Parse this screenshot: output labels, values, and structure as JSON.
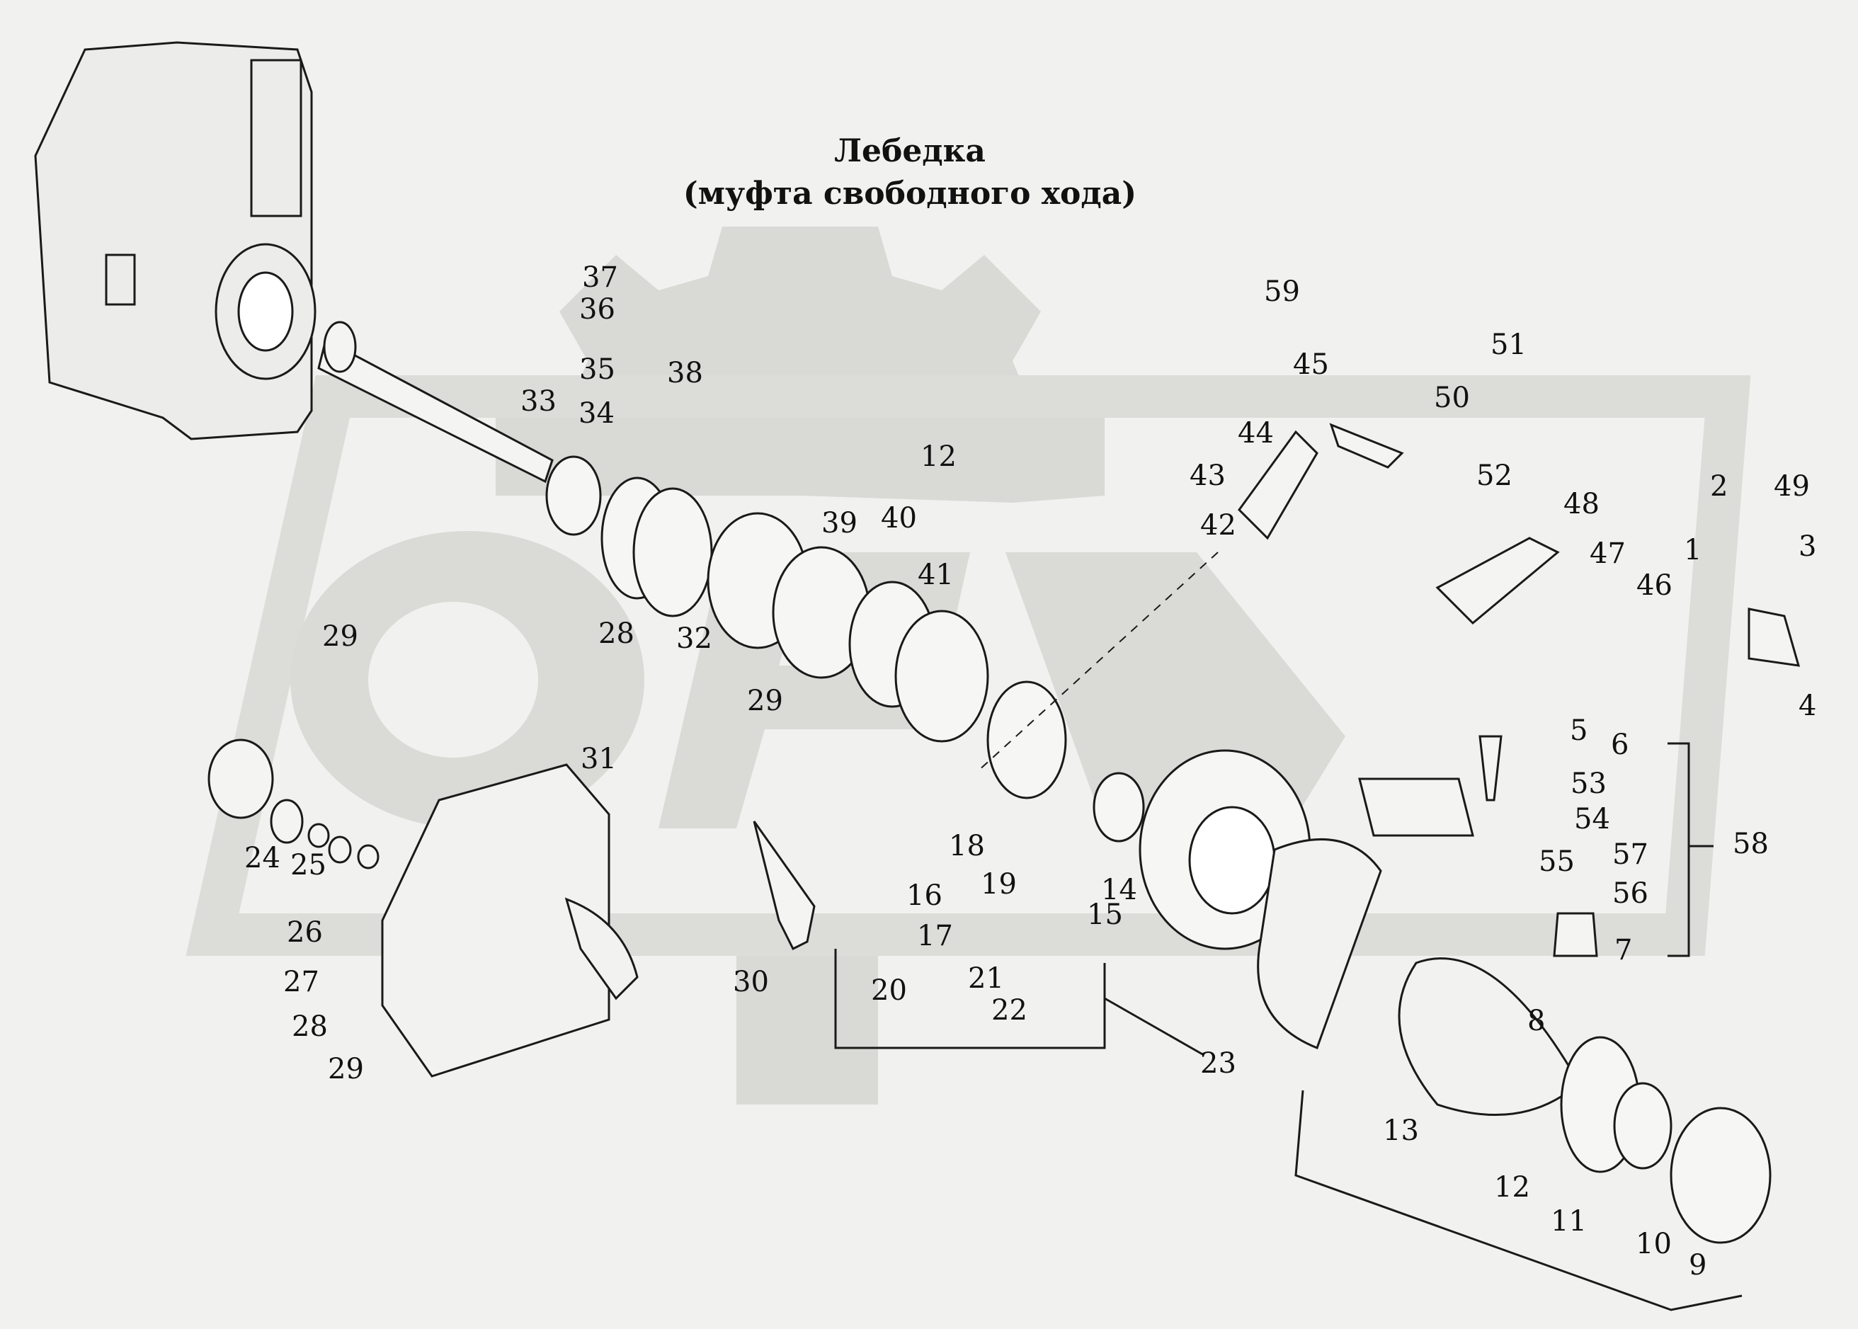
{
  "title": "Лебедка",
  "subtitle": "(муфта свободного хода)",
  "labels": [
    "1",
    "2",
    "3",
    "4",
    "5",
    "6",
    "7",
    "8",
    "9",
    "10",
    "11",
    "12",
    "12",
    "13",
    "14",
    "15",
    "16",
    "17",
    "18",
    "19",
    "20",
    "21",
    "22",
    "23",
    "24",
    "25",
    "26",
    "27",
    "28",
    "28",
    "29",
    "29",
    "29",
    "30",
    "31",
    "32",
    "33",
    "34",
    "35",
    "36",
    "37",
    "38",
    "39",
    "40",
    "41",
    "42",
    "43",
    "44",
    "45",
    "46",
    "47",
    "48",
    "49",
    "50",
    "51",
    "52",
    "53",
    "54",
    "55",
    "56",
    "57",
    "58",
    "59"
  ]
}
